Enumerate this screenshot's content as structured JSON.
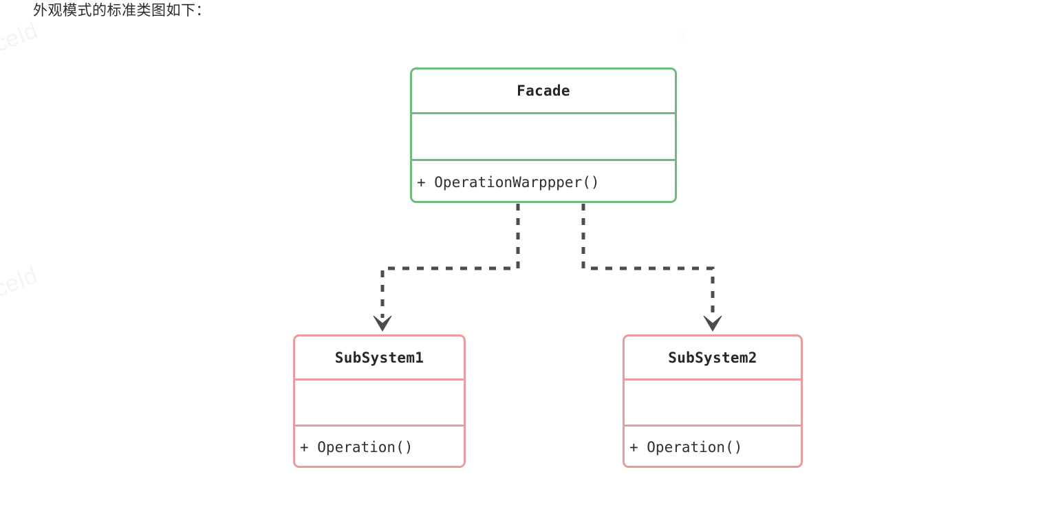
{
  "page": {
    "heading": "外观模式的标准类图如下：",
    "background_color": "#ffffff"
  },
  "watermarks": [
    {
      "text": "ceId"
    },
    {
      "text": "ceId"
    },
    {
      "text": "ʌʃ"
    }
  ],
  "diagram": {
    "type": "uml-class-diagram",
    "pattern_name": "Facade",
    "colors": {
      "facade_border": "#6cbd7c",
      "subsystem_border": "#ea9b9b",
      "connector": "#4d4d4d",
      "text": "#262626"
    },
    "classes": [
      {
        "id": "facade",
        "name": "Facade",
        "attributes": [],
        "methods": [
          "+ OperationWarppper()"
        ],
        "border_color": "#6cbd7c"
      },
      {
        "id": "subsystem1",
        "name": "SubSystem1",
        "attributes": [],
        "methods": [
          "+ Operation()"
        ],
        "border_color": "#ea9b9b"
      },
      {
        "id": "subsystem2",
        "name": "SubSystem2",
        "attributes": [],
        "methods": [
          "+ Operation()"
        ],
        "border_color": "#ea9b9b"
      }
    ],
    "connectors": [
      {
        "id": "facade-to-subsystem1",
        "from": "facade",
        "to": "subsystem1",
        "style": "dashed",
        "arrow": "filled-v",
        "relationship": "dependency"
      },
      {
        "id": "facade-to-subsystem2",
        "from": "facade",
        "to": "subsystem2",
        "style": "dashed",
        "arrow": "filled-v",
        "relationship": "dependency"
      }
    ]
  }
}
